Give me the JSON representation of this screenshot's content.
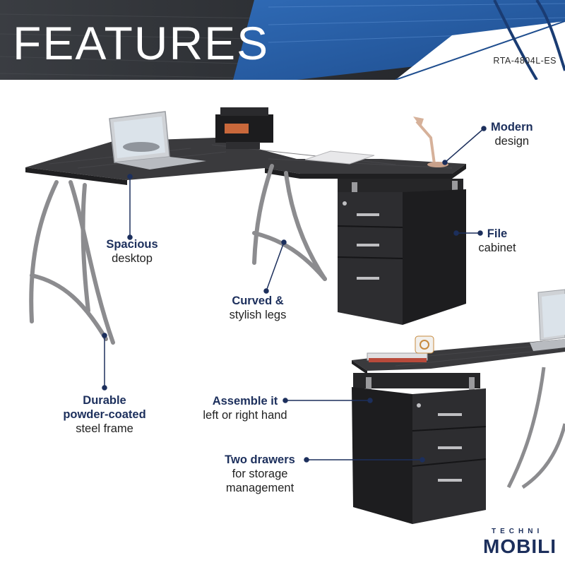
{
  "banner": {
    "title": "FEATURES",
    "model": "RTA-4804L-ES"
  },
  "callouts": {
    "modern": {
      "line1": "Modern",
      "line2": "design"
    },
    "spacious": {
      "line1": "Spacious",
      "line2": "desktop"
    },
    "file": {
      "line1": "File",
      "line2": "cabinet"
    },
    "curved": {
      "line1": "Curved &",
      "line2": "stylish legs"
    },
    "durable": {
      "line1": "Durable",
      "line2": "powder-coated",
      "line3": "steel frame"
    },
    "assemble": {
      "line1": "Assemble it",
      "line2": "left or right hand"
    },
    "drawers": {
      "line1": "Two drawers",
      "line2": "for storage",
      "line3": "management"
    }
  },
  "brand": {
    "top": "TECHNI",
    "bottom": "MOBILI"
  },
  "colors": {
    "accent": "#1c2f5c",
    "wood": "#2b2b2d",
    "frame": "#8c8c8f",
    "banner_blue": "#2f6ab5"
  }
}
